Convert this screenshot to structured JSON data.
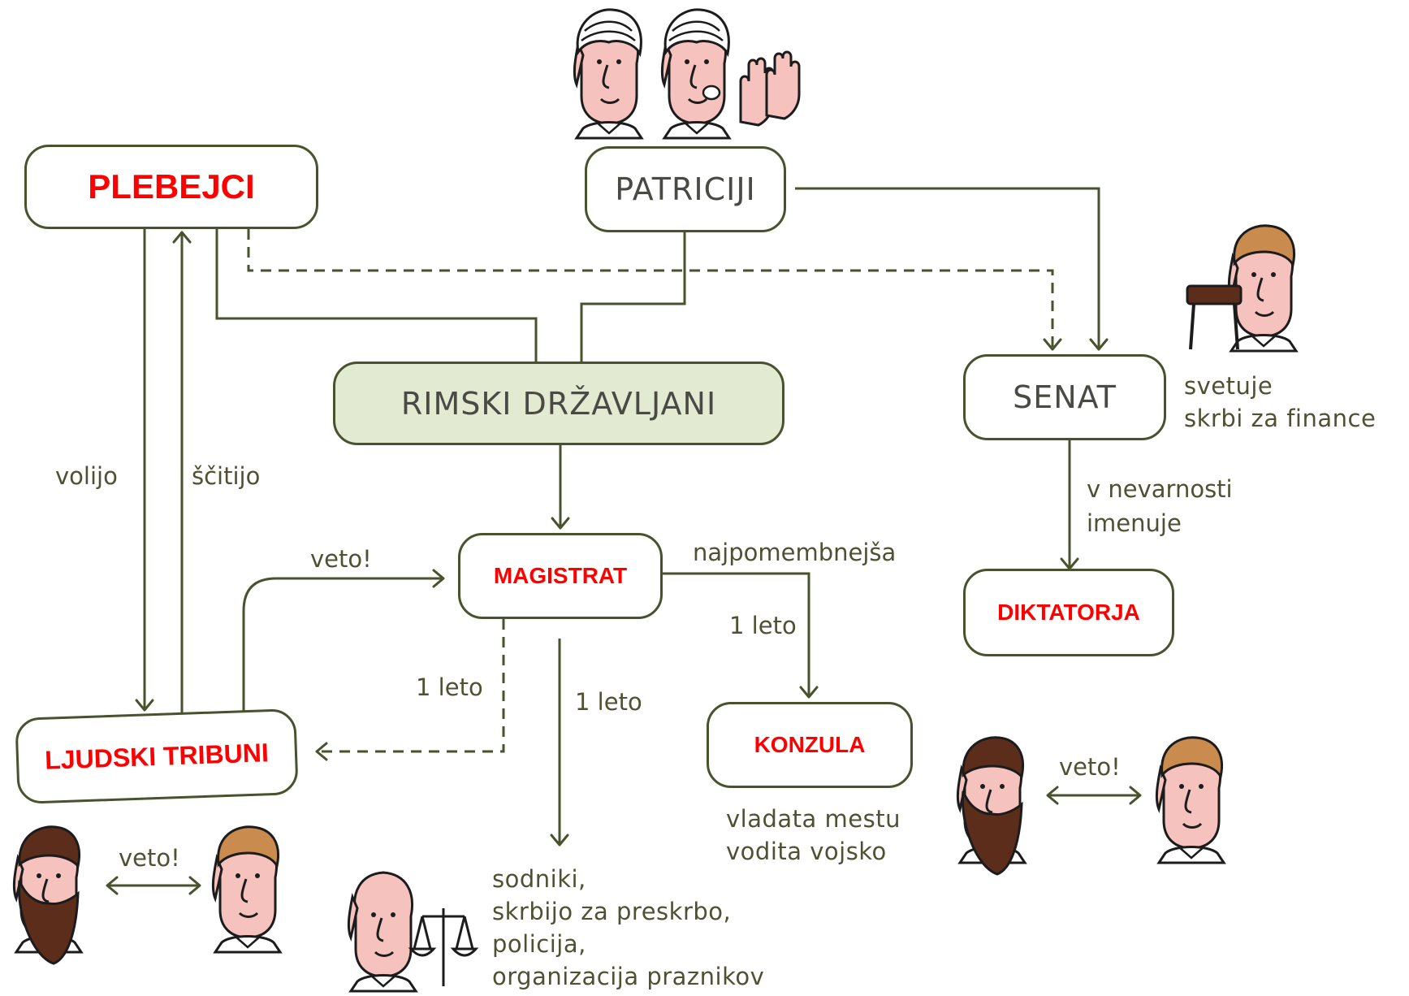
{
  "nodes": {
    "plebejci": "PLEBEJCI",
    "patriciji": "PATRICIJI",
    "rimski": "RIMSKI DRŽAVLJANI",
    "senat": "SENAT",
    "magistrat": "MAGISTRAT",
    "diktatorja": "DIKTATORJA",
    "tribuni": "LJUDSKI TRIBUNI",
    "konzula": "KONZULA"
  },
  "edge_labels": {
    "volijo": "volijo",
    "scitijo": "ščitijo",
    "veto_magistrat": "veto!",
    "najpomembnejsa": "najpomembnejša",
    "leto_konzula": "1 leto",
    "leto_tribuni": "1 leto",
    "leto_sodniki": "1 leto",
    "v_nevarnosti": "v nevarnosti",
    "imenuje": "imenuje",
    "veto_left": "veto!",
    "veto_right": "veto!"
  },
  "notes": {
    "senat": [
      "svetuje",
      "skrbi za finance"
    ],
    "konzula": [
      "vladata mestu",
      "vodita vojsko"
    ],
    "magistrat": [
      "sodniki,",
      "skrbijo za preskrbo,",
      "policija,",
      "organizacija praznikov"
    ]
  },
  "colors": {
    "line": "#48522c",
    "accent_red": "#ff0000",
    "highlight_fill": "#e3ead2",
    "skin": "#f6c2bd",
    "beard": "#5b2d1a",
    "hair": "#c98b4e"
  }
}
